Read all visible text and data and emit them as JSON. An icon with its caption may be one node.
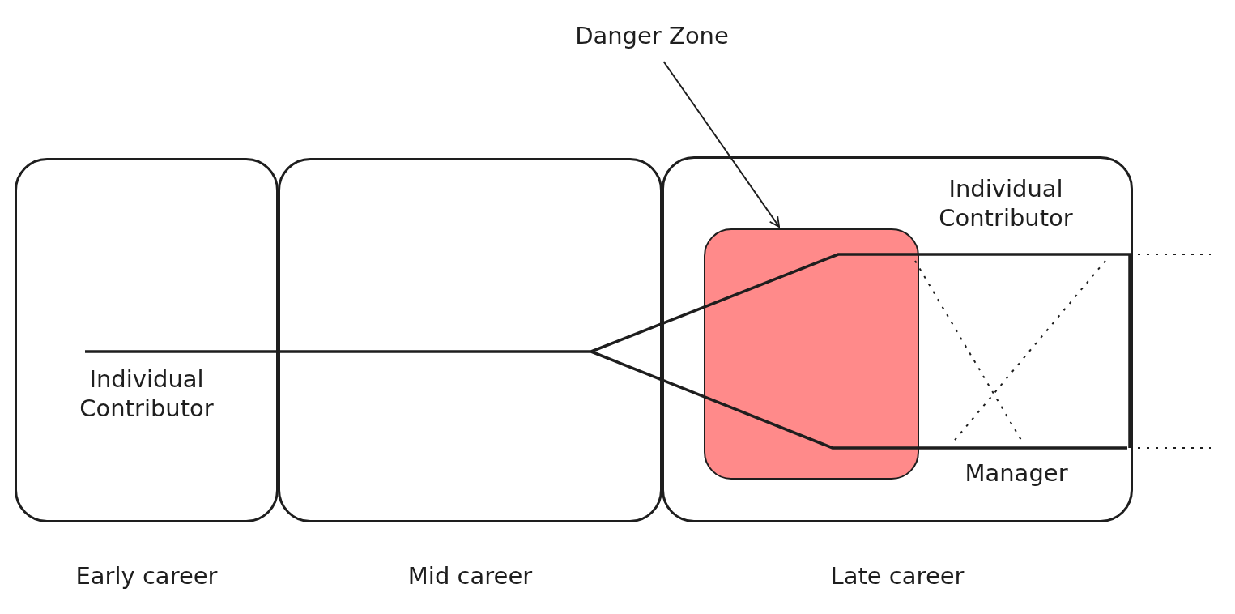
{
  "diagram": {
    "nodes": [
      {
        "text": [
          "Danger Zone"
        ]
      },
      {
        "text": [
          "Early career"
        ]
      },
      {
        "text": [
          "Mid career"
        ]
      },
      {
        "text": [
          "Late career"
        ]
      },
      {
        "text": [],
        "shape": "box",
        "in": 3
      }
    ],
    "edges": [
      {
        "from": 0,
        "to": 4,
        "arrow": "to"
      }
    ],
    "labels": [
      "Individual Contributor",
      "Individual Contributor",
      "Manager"
    ]
  }
}
